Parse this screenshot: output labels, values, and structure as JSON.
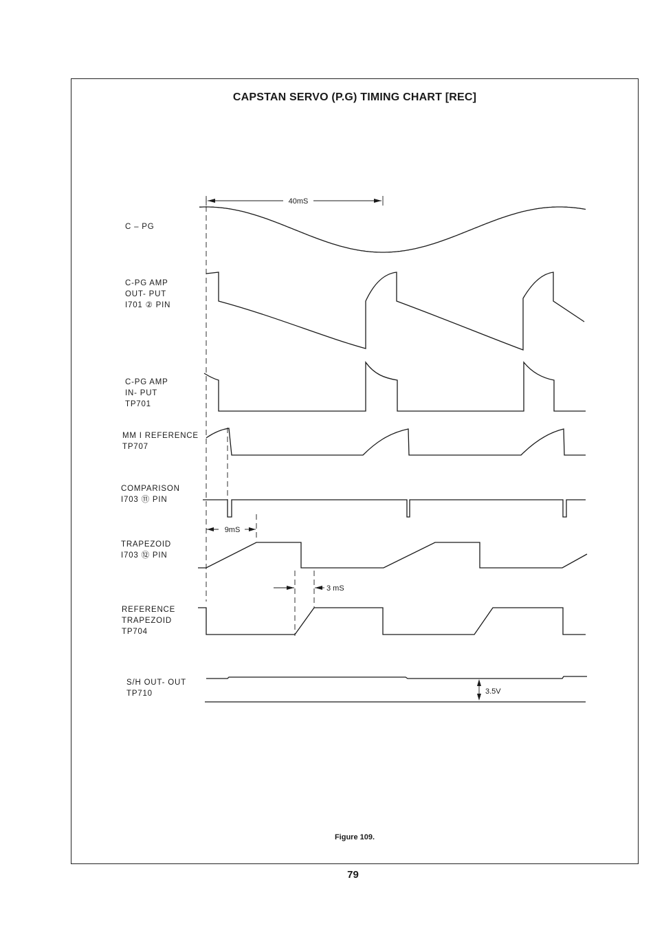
{
  "title": "CAPSTAN SERVO (P.G) TIMING CHART [REC]",
  "caption": "Figure 109.",
  "page_number": "79",
  "signals": [
    {
      "id": "c-pg",
      "lines": [
        "C – PG"
      ]
    },
    {
      "id": "c-pg-amp-output",
      "lines": [
        "C-PG  AMP",
        "OUT- PUT",
        "I701 ② PIN"
      ]
    },
    {
      "id": "c-pg-amp-input",
      "lines": [
        "C-PG  AMP",
        "   IN- PUT",
        "TP701"
      ]
    },
    {
      "id": "mmi-reference",
      "lines": [
        "MM I REFERENCE",
        "TP707"
      ]
    },
    {
      "id": "comparison",
      "lines": [
        "COMPARISON",
        "I703 ⑪ PIN"
      ]
    },
    {
      "id": "trapezoid",
      "lines": [
        "TRAPEZOID",
        "I703 ⑫ PIN"
      ]
    },
    {
      "id": "reference-trapezoid",
      "lines": [
        "REFERENCE",
        "TRAPEZOID",
        "  TP704"
      ]
    },
    {
      "id": "sh-output",
      "lines": [
        "S/H OUT- OUT",
        "TP710"
      ]
    }
  ],
  "measurements": {
    "period": "40mS",
    "trapezoid_rise": "9mS",
    "ref_delay": "3 mS",
    "sh_voltage": "3.5V"
  }
}
